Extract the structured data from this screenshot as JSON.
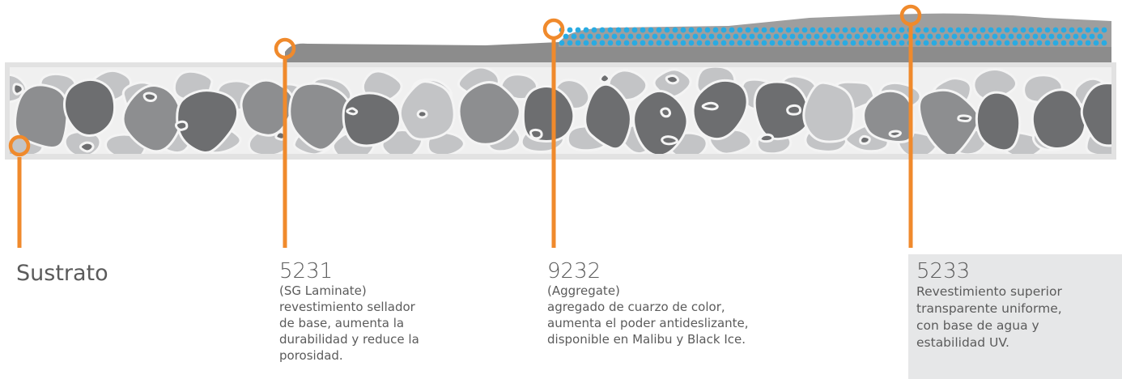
{
  "colors": {
    "accent": "#f08a2c",
    "blue_dots": "#29abe2",
    "layer_gray": "#8c8c8c",
    "substrate_bg": "#e2e2e2",
    "stone_dark": "#6d6e70",
    "stone_mid": "#8d8e90",
    "stone_light": "#c3c4c6",
    "text": "#5b5b5b",
    "highlight_box": "#e6e7e8"
  },
  "labels": {
    "sustrato": {
      "title": "Sustrato"
    },
    "l5231": {
      "code": "5231",
      "name": "(SG Laminate)",
      "description": "revestimiento sellador\nde base, aumenta la\ndurabilidad y reduce la\nporosidad."
    },
    "l9232": {
      "code": "9232",
      "name": "(Aggregate)",
      "description": "agregado de cuarzo de color,\naumenta el poder antideslizante,\ndisponible en Malibu y Black Ice."
    },
    "l5233": {
      "code": "5233",
      "description": "Revestimiento superior\ntransparente uniforme,\ncon base de agua y\nestabilidad UV."
    }
  }
}
